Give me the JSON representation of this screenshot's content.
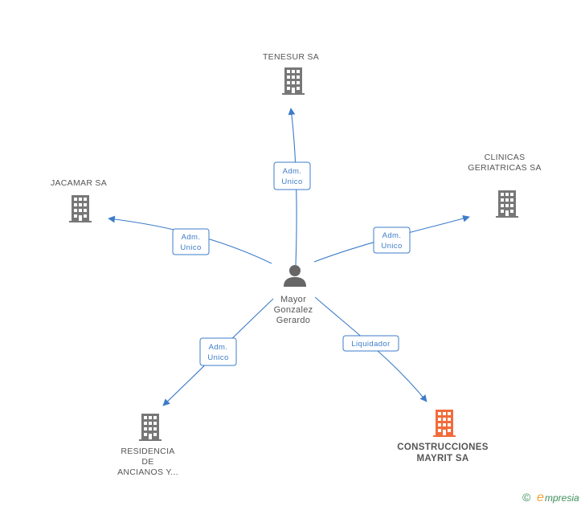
{
  "colors": {
    "edge": "#3d7cc9",
    "company": "#777777",
    "company_highlight": "#f26b3a",
    "person": "#666666",
    "brand": "#3d8f5c"
  },
  "person": {
    "icon": "person-icon",
    "lines": [
      "Mayor",
      "Gonzalez",
      "Gerardo"
    ]
  },
  "companies": [
    {
      "id": "tenesur",
      "lines": [
        "TENESUR SA"
      ],
      "highlight": false
    },
    {
      "id": "jacamar",
      "lines": [
        "JACAMAR SA"
      ],
      "highlight": false
    },
    {
      "id": "clinicas",
      "lines": [
        "CLINICAS",
        "GERIATRICAS SA"
      ],
      "highlight": false
    },
    {
      "id": "residencia",
      "lines": [
        "RESIDENCIA",
        "DE",
        "ANCIANOS Y..."
      ],
      "highlight": false
    },
    {
      "id": "construcciones",
      "lines": [
        "CONSTRUCCIONES",
        "MAYRIT SA"
      ],
      "highlight": true
    }
  ],
  "edges": [
    {
      "to": "tenesur",
      "lines": [
        "Adm.",
        "Unico"
      ]
    },
    {
      "to": "jacamar",
      "lines": [
        "Adm.",
        "Unico"
      ]
    },
    {
      "to": "clinicas",
      "lines": [
        "Adm.",
        "Unico"
      ]
    },
    {
      "to": "residencia",
      "lines": [
        "Adm.",
        "Unico"
      ]
    },
    {
      "to": "construcciones",
      "lines": [
        "Liquidador"
      ]
    }
  ],
  "footer": {
    "copyright_symbol": "©",
    "brand_initial": "e",
    "brand_rest": "mpresia"
  }
}
